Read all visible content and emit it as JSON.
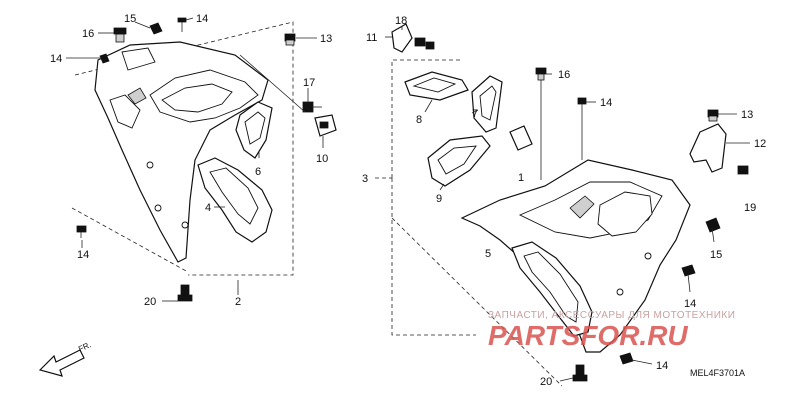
{
  "diagram": {
    "callouts": {
      "c1": "1",
      "c2": "2",
      "c3": "3",
      "c4": "4",
      "c5": "5",
      "c6": "6",
      "c7": "7",
      "c8": "8",
      "c9": "9",
      "c10": "10",
      "c11": "11",
      "c12": "12",
      "c13a": "13",
      "c13b": "13",
      "c14a": "14",
      "c14b": "14",
      "c14c": "14",
      "c14d": "14",
      "c14e": "14",
      "c14f": "14",
      "c15a": "15",
      "c15b": "15",
      "c16a": "16",
      "c16b": "16",
      "c17": "17",
      "c18": "18",
      "c19": "19",
      "c20a": "20",
      "c20b": "20"
    },
    "diagram_code": "MEL4F3701A",
    "direction_label": "FR."
  },
  "watermark": {
    "subtitle": "ЗАПЧАСТИ, АКСЕССУАРЫ ДЛЯ МОТОТЕХНИКИ",
    "brand": "PARTSFOR.RU",
    "color": "#d9534f"
  }
}
